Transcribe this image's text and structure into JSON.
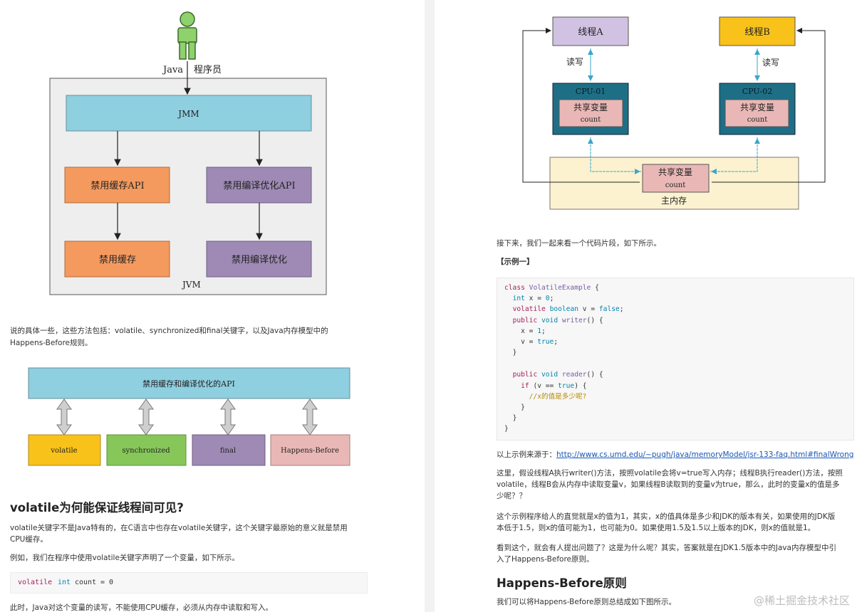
{
  "left": {
    "diagram1": {
      "person_label_1": "Java",
      "person_label_2": "程序员",
      "jmm": "JMM",
      "box_cache_api": "禁用缓存API",
      "box_compile_api": "禁用编译优化API",
      "box_cache": "禁用缓存",
      "box_compile": "禁用编译优化",
      "jvm": "JVM"
    },
    "para1_line1": "说的具体一些，这些方法包括：volatile、synchronized和final关键字，以及Java内存模型中的",
    "para1_line2": "Happens-Before规则。",
    "diagram2": {
      "top": "禁用缓存和编译优化的API",
      "items": [
        "volatile",
        "synchronized",
        "final",
        "Happens-Before"
      ]
    },
    "heading": "volatile为何能保证线程间可见?",
    "para2_line1": "volatile关键字不是Java特有的，在C语言中也存在volatile关键字，这个关键字最原始的意义就是禁用",
    "para2_line2": "CPU缓存。",
    "para3": "例如，我们在程序中使用volatile关键字声明了一个变量，如下所示。",
    "code_inline": {
      "kw1": "volatile",
      "kw2": "int",
      "var": "count",
      "rest": "= 0"
    },
    "para4": "此时，Java对这个变量的读写，不能使用CPU缓存，必须从内存中读取和写入。"
  },
  "right": {
    "diagram3": {
      "thread_a": "线程A",
      "thread_b": "线程B",
      "rw": "读写",
      "cpu1": "CPU-01",
      "cpu2": "CPU-02",
      "shared": "共享变量",
      "count": "count",
      "main_mem": "主内存"
    },
    "para1": "接下来，我们一起来看一个代码片段，如下所示。",
    "example_label": "【示例一】",
    "code": {
      "l1a": "class",
      "l1b": "VolatileExample",
      "l1c": " {",
      "l2a": "int",
      "l2b": " x = ",
      "l2c": "0",
      "l2d": ";",
      "l3a": "volatile",
      "l3b": "boolean",
      "l3c": " v = ",
      "l3d": "false",
      "l3e": ";",
      "l4a": "public",
      "l4b": "void",
      "l4c": "writer",
      "l4d": "() {",
      "l5a": "x = ",
      "l5b": "1",
      "l5c": ";",
      "l6a": "v = ",
      "l6b": "true",
      "l6c": ";",
      "l7": "}",
      "l9a": "public",
      "l9b": "void",
      "l9c": "reader",
      "l9d": "() {",
      "l10a": "if",
      "l10b": " (v == ",
      "l10c": "true",
      "l10d": ") {",
      "l11": "//x的值是多少呢?",
      "l12": "}",
      "l13": "}",
      "l14": "}"
    },
    "source_prefix": "以上示例来源于：",
    "source_link": "http://www.cs.umd.edu/~pugh/java/memoryModel/jsr-133-faq.html#finalWrong",
    "para2_line1": "这里，假设线程A执行writer()方法，按照volatile会将v=true写入内存；线程B执行reader()方法，按照",
    "para2_line2": "volatile，线程B会从内存中读取变量v，如果线程B读取到的变量v为true，那么，此时的变量x的值是多",
    "para2_line3": "少呢？？",
    "para3_line1": "这个示例程序给人的直觉就是x的值为1，其实，x的值具体是多少和JDK的版本有关，如果使用的JDK版",
    "para3_line2": "本低于1.5，则x的值可能为1，也可能为0。如果使用1.5及1.5以上版本的JDK，则x的值就是1。",
    "para4_line1": "看到这个，就会有人提出问题了？这是为什么呢？其实，答案就是在JDK1.5版本中的Java内存模型中引",
    "para4_line2": "入了Happens-Before原则。",
    "heading": "Happens-Before原则",
    "para5": "我们可以将Happens-Before原则总结成如下图所示。",
    "watermark": "@稀土掘金技术社区"
  }
}
